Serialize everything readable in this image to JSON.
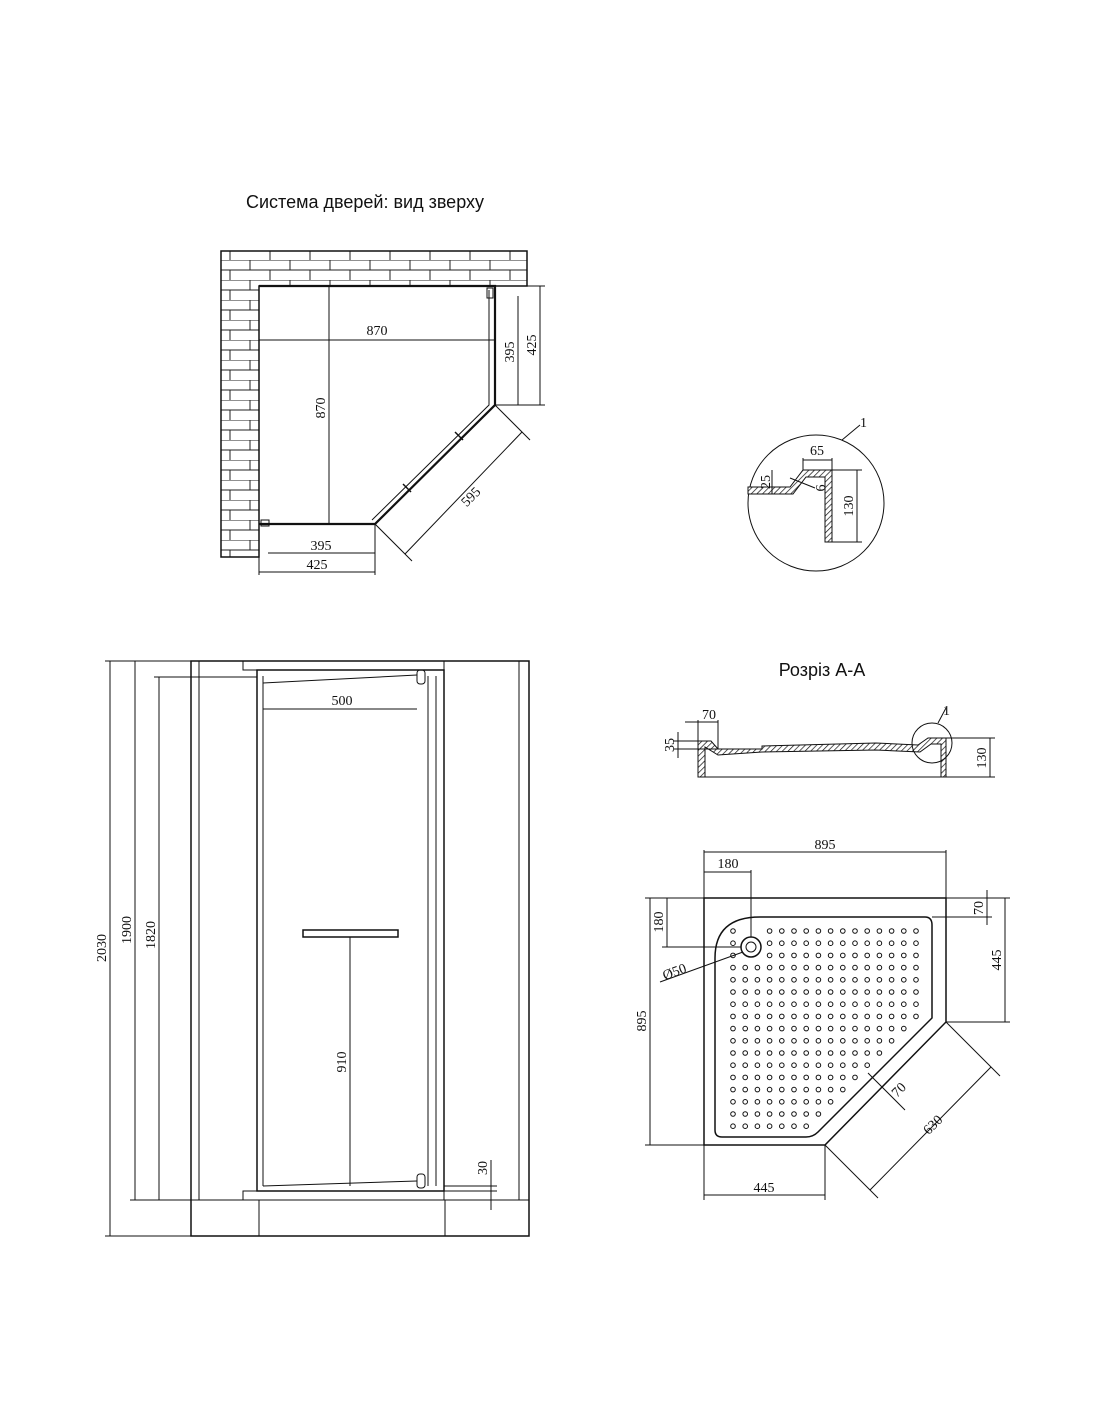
{
  "titles": {
    "top_view": "Система дверей: вид зверху",
    "section": "Розріз А-А"
  },
  "top_view_dims": {
    "width_inner": "870",
    "height_inner": "870",
    "right_395": "395",
    "right_425": "425",
    "diag_595": "595",
    "bottom_395": "395",
    "bottom_425": "425"
  },
  "detail_dims": {
    "callout": "1",
    "d65": "65",
    "d25": "25",
    "d6": "6",
    "d130": "130"
  },
  "front_dims": {
    "h2030": "2030",
    "h1900": "1900",
    "h1820": "1820",
    "w500": "500",
    "h910": "910",
    "h30": "30"
  },
  "section_dims": {
    "d70": "70",
    "d35": "35",
    "d130": "130",
    "callout": "1"
  },
  "tray_dims": {
    "w895": "895",
    "w180": "180",
    "h180": "180",
    "h70": "70",
    "h445": "445",
    "h895": "895",
    "drain": "Ø50",
    "rim70": "70",
    "diag630": "630",
    "w445": "445"
  }
}
